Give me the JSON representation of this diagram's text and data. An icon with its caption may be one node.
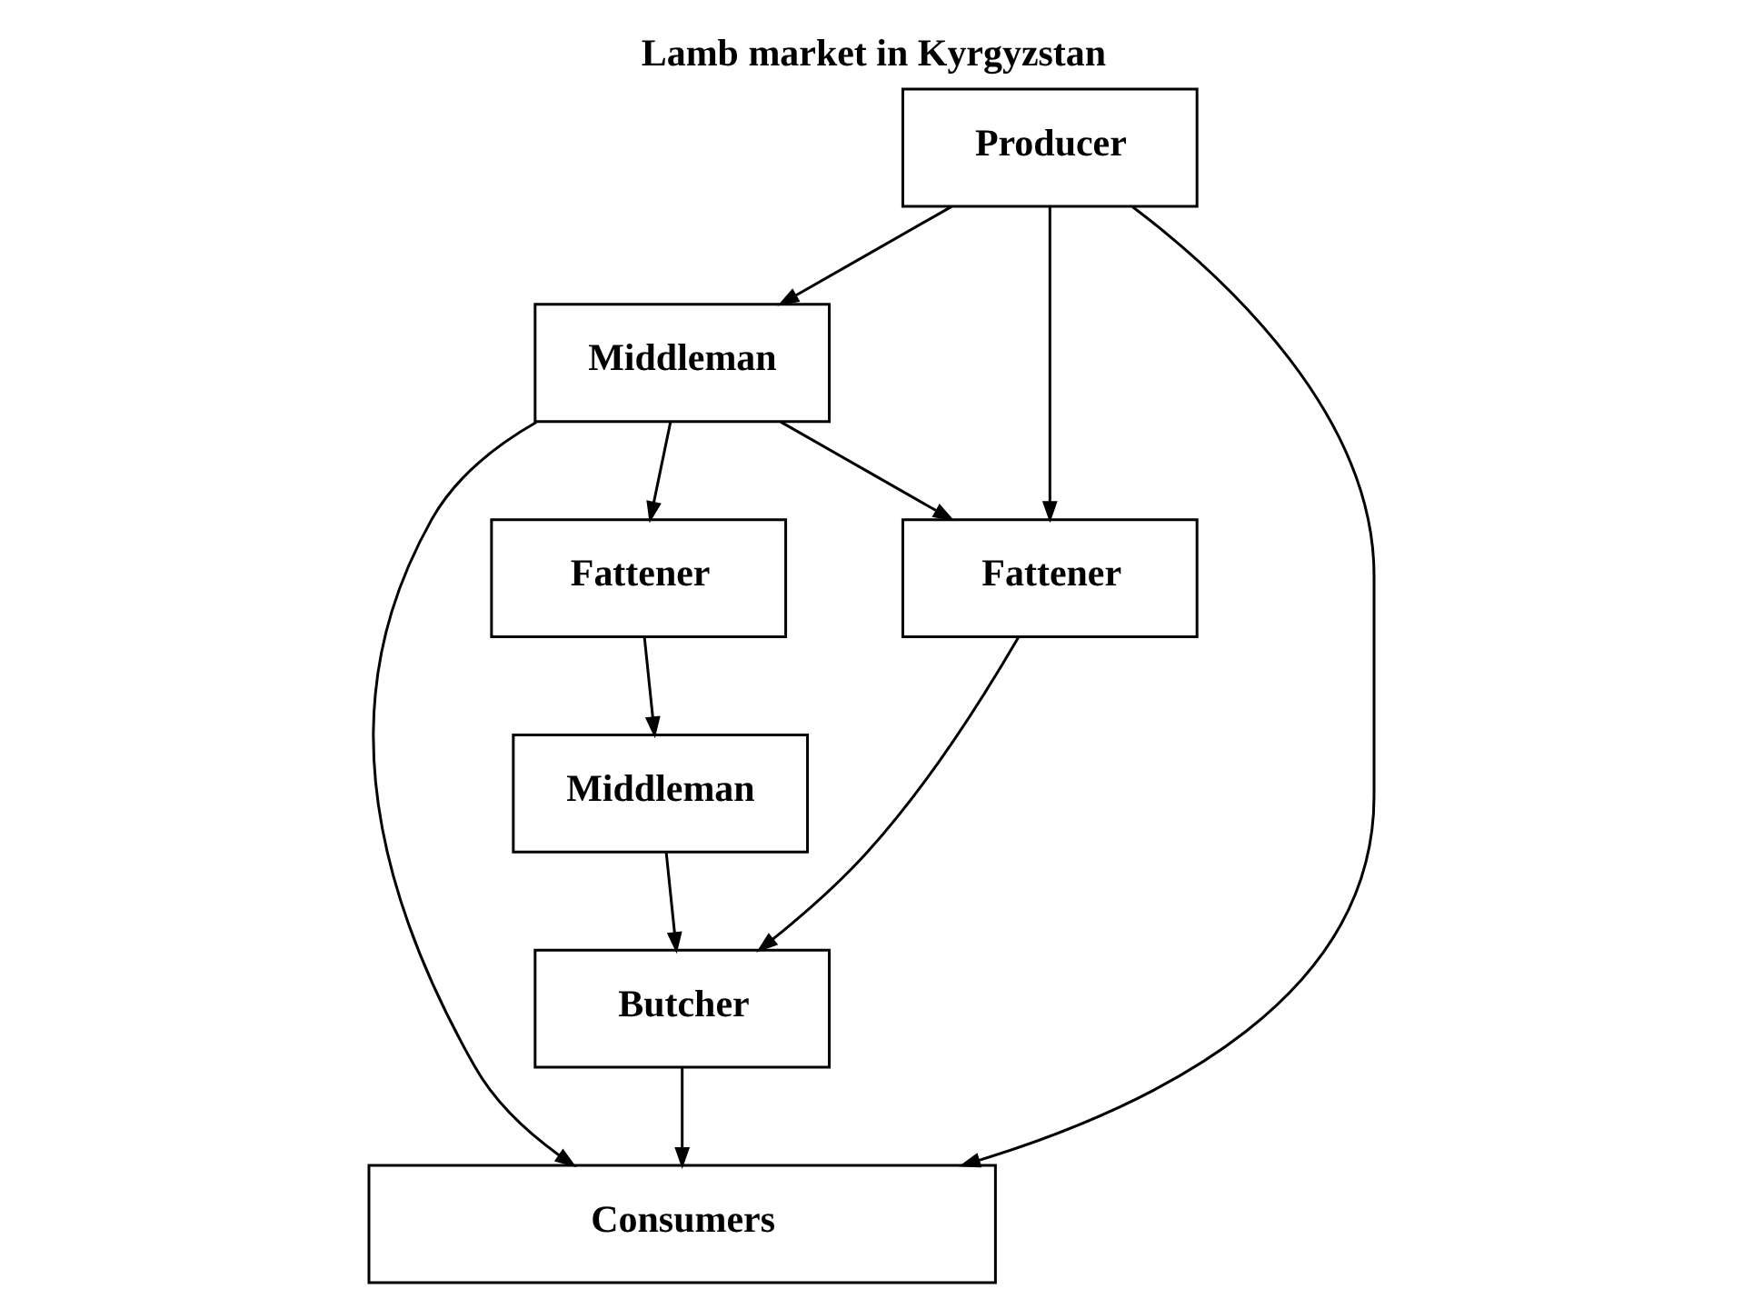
{
  "diagram": {
    "title": "Lamb market in Kyrgyzstan",
    "nodes": [
      {
        "text": [
          "Producer"
        ]
      },
      {
        "text": [
          "Middleman"
        ]
      },
      {
        "text": [
          "Fattener"
        ]
      },
      {
        "text": [
          "Fattener"
        ]
      },
      {
        "text": [
          "Middleman"
        ]
      },
      {
        "text": [
          "Butcher"
        ]
      },
      {
        "text": [
          "Consumers"
        ]
      }
    ],
    "edges": [
      {
        "from": 0,
        "to": 1,
        "arrow": "to"
      },
      {
        "from": 0,
        "to": 6,
        "arrow": "to"
      },
      {
        "from": 0,
        "to": 3,
        "arrow": "to"
      },
      {
        "from": 1,
        "to": 6,
        "arrow": "to"
      },
      {
        "from": 1,
        "to": 3,
        "arrow": "to"
      },
      {
        "from": 1,
        "to": 2,
        "arrow": "to"
      },
      {
        "from": 2,
        "to": 4,
        "arrow": "to"
      },
      {
        "from": 4,
        "to": 5,
        "arrow": "to"
      },
      {
        "from": 3,
        "to": 5,
        "arrow": "to"
      },
      {
        "from": 5,
        "to": 6,
        "arrow": "to"
      }
    ]
  }
}
